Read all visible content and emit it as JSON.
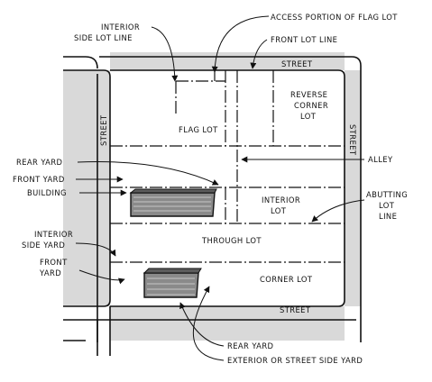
{
  "labels": {
    "interior_side_lot_line": [
      "INTERIOR",
      "SIDE LOT LINE"
    ],
    "access_portion": "ACCESS PORTION OF FLAG LOT",
    "front_lot_line": "FRONT LOT LINE",
    "street_top": "STREET",
    "street_left": "STREET",
    "street_right": "STREET",
    "street_bottom": "STREET",
    "reverse_corner_lot": [
      "REVERSE",
      "CORNER",
      "LOT"
    ],
    "flag_lot": "FLAG LOT",
    "rear_yard_top": "REAR YARD",
    "front_yard_top": "FRONT YARD",
    "building": "BUILDING",
    "alley": "ALLEY",
    "interior_lot": [
      "INTERIOR",
      "LOT"
    ],
    "abutting_lot_line": [
      "ABUTTING",
      "LOT",
      "LINE"
    ],
    "interior_side_yard": [
      "INTERIOR",
      "SIDE YARD"
    ],
    "through_lot": "THROUGH LOT",
    "front_yard_bottom": [
      "FRONT",
      "YARD"
    ],
    "corner_lot": "CORNER LOT",
    "rear_yard_bottom": "REAR YARD",
    "exterior_side_yard": "EXTERIOR OR STREET SIDE YARD"
  },
  "icons": [
    "arrow-icon",
    "building-icon"
  ]
}
